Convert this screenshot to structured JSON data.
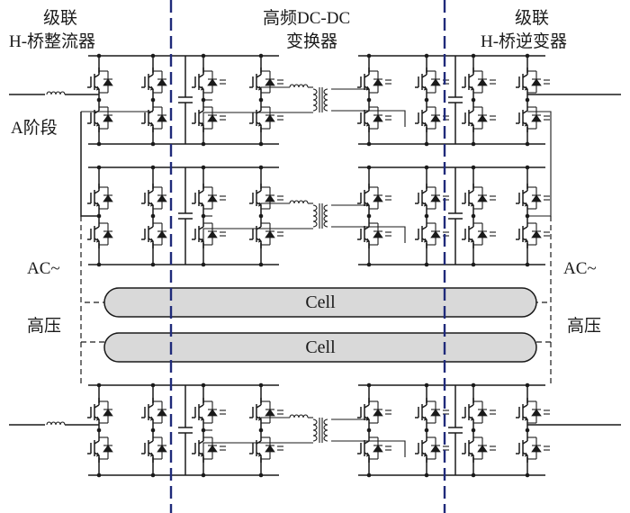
{
  "labels": {
    "left_title_1": "级联",
    "left_title_2": "H-桥整流器",
    "center_title_1": "高频DC-DC",
    "center_title_2": "变换器",
    "right_title_1": "级联",
    "right_title_2": "H-桥逆变器",
    "stage_a": "A阶段",
    "ac_left": "AC~",
    "ac_right": "AC~",
    "hv_left": "高压",
    "hv_right": "高压"
  },
  "cells": [
    "Cell",
    "Cell"
  ],
  "colors": {
    "divider": "#1f2a7a",
    "cell_fill": "#d9d9d9",
    "line": "#1a1a1a"
  }
}
